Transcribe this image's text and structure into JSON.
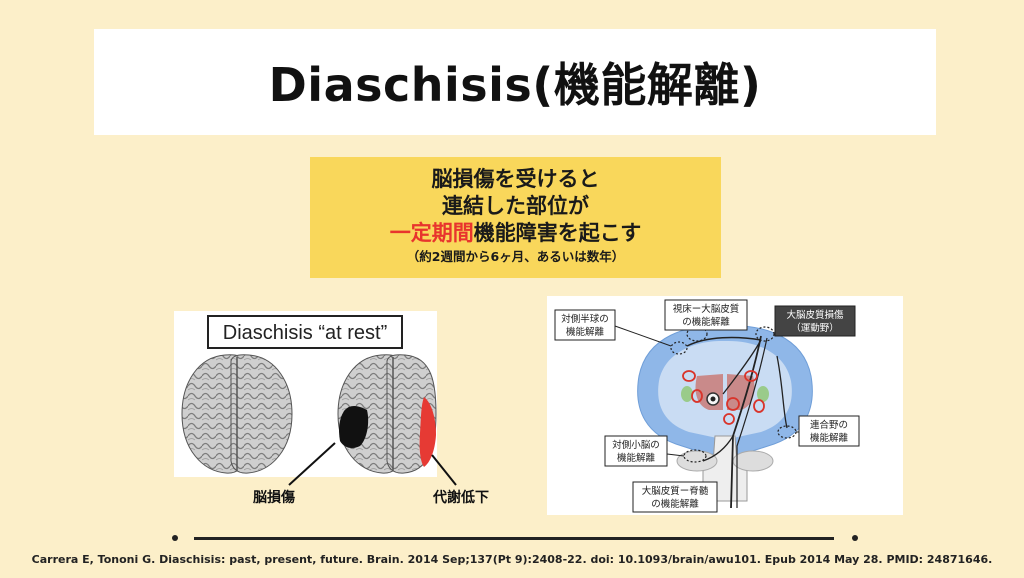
{
  "title": "Diaschisis(機能解離)",
  "callout": {
    "line1": "脳損傷を受けると",
    "line2": "連結した部位が",
    "line3_red": "一定期間",
    "line3_rest": "機能障害を起こす",
    "sub": "（約2週間から6ヶ月、あるいは数年）"
  },
  "left_figure": {
    "heading": "Diaschisis “at rest”",
    "label_injury": "脳損傷",
    "label_metabolic": "代謝低下",
    "colors": {
      "injury": "#111111",
      "metabolic": "#e63a34"
    }
  },
  "right_figure": {
    "labels": {
      "contralateral_hemisphere_1": "対側半球の",
      "contralateral_hemisphere_2": "機能解離",
      "thalamocortical_1": "視床ー大脳皮質",
      "thalamocortical_2": "の機能解離",
      "cortical_injury_1": "大脳皮質損傷",
      "cortical_injury_2": "（運動野）",
      "association_1": "連合野の",
      "association_2": "機能解離",
      "cerebellum_1": "対側小脳の",
      "cerebellum_2": "機能解離",
      "corticospinal_1": "大脳皮質ー脊髄",
      "corticospinal_2": "の機能解離"
    },
    "colors": {
      "cortex": "#8fb7e8",
      "white_matter": "#c9dcf3",
      "basal": "#c98a8a",
      "red_marker": "#d9342b"
    }
  },
  "citation": "Carrera E, Tononi G. Diaschisis: past, present, future. Brain. 2014 Sep;137(Pt 9):2408-22. doi: 10.1093/brain/awu101. Epub 2014 May 28. PMID: 24871646."
}
